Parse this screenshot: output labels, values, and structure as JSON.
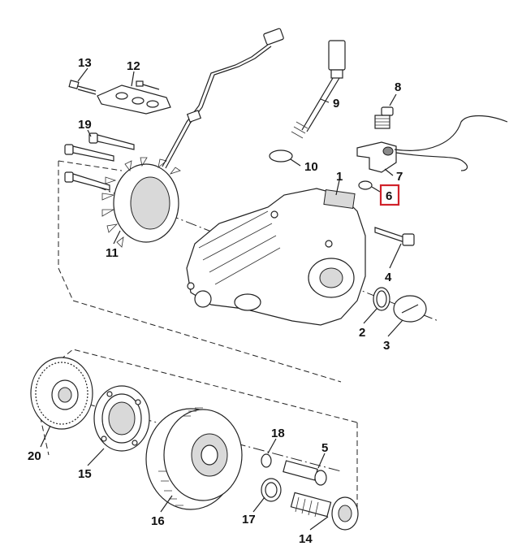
{
  "diagram": {
    "highlight_color": "#d0222a",
    "selected_part": "6",
    "labels": {
      "p1": "1",
      "p2": "2",
      "p3": "3",
      "p4": "4",
      "p5": "5",
      "p6": "6",
      "p7": "7",
      "p8": "8",
      "p9": "9",
      "p10": "10",
      "p11": "11",
      "p12": "12",
      "p13": "13",
      "p14": "14",
      "p15": "15",
      "p16": "16",
      "p17": "17",
      "p18": "18",
      "p19": "19",
      "p20": "20"
    }
  }
}
